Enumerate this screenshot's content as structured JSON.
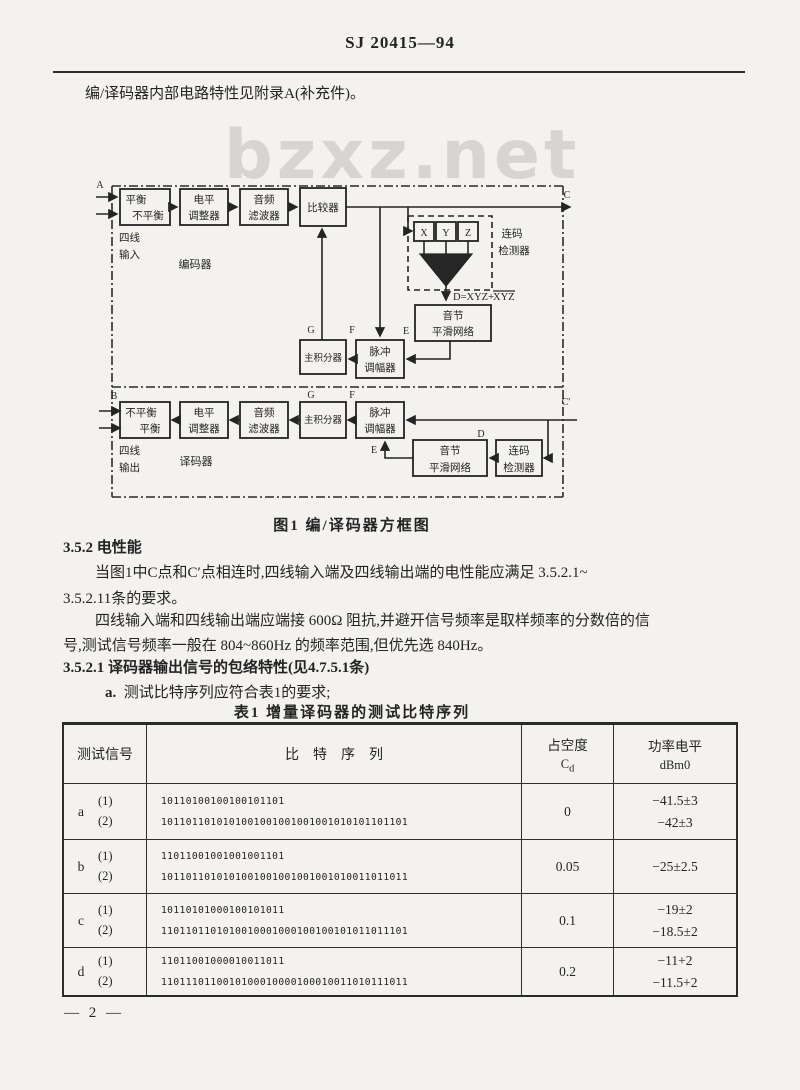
{
  "page": {
    "header": "SJ 20415—94",
    "intro": "编/译码器内部电路特性见附录A(补充件)。",
    "figure_caption": "图1  编/译码器方框图",
    "section_352": "3.5.2  电性能",
    "para1_line1": "当图1中C点和C′点相连时,四线输入端及四线输出端的电性能应满足 3.5.2.1~",
    "para1_line2": "3.5.2.11条的要求。",
    "para2_line1": "四线输入端和四线输出端应端接 600Ω 阻抗,并避开信号频率是取样频率的分数倍的信",
    "para2_line2": "号,测试信号频率一般在 804~860Hz 的频率范围,但优先选 840Hz。",
    "section_3521": "3.5.2.1  译码器输出信号的包络特性(见4.7.5.1条)",
    "item_a_label": "a.",
    "item_a_text": "测试比特序列应符合表1的要求;",
    "table_title": "表1  增量译码器的测试比特序列",
    "page_number": "— 2 —",
    "watermark": "bzxz.net"
  },
  "diagram": {
    "points": {
      "a": "A",
      "b": "B",
      "c": "C",
      "c_prime": "C′",
      "d": "D",
      "e": "E",
      "f": "F",
      "g": "G"
    },
    "xyz": {
      "x": "X",
      "y": "Y",
      "z": "Z"
    },
    "equation_prefix": "D=XYZ+",
    "equation_overline": "XYZ",
    "encoder": {
      "balance_l1": "平衡",
      "balance_l2": "不平衡",
      "level_l1": "电平",
      "level_l2": "调整器",
      "filter_l1": "音频",
      "filter_l2": "滤波器",
      "comparator": "比较器",
      "section_label": "编码器",
      "input_l1": "四线",
      "input_l2": "输入",
      "detector_l1": "连码",
      "detector_l2": "检测器",
      "smooth_l1": "音节",
      "smooth_l2": "平滑网络",
      "pam_l1": "脉冲",
      "pam_l2": "调幅器",
      "integrator": "主积分器"
    },
    "decoder": {
      "balance_l1": "不平衡",
      "balance_l2": "平衡",
      "level_l1": "电平",
      "level_l2": "调整器",
      "filter_l1": "音频",
      "filter_l2": "滤波器",
      "integrator": "主积分器",
      "pam_l1": "脉冲",
      "pam_l2": "调幅器",
      "smooth_l1": "音节",
      "smooth_l2": "平滑网络",
      "detector_l1": "连码",
      "detector_l2": "检测器",
      "section_label": "译码器",
      "output_l1": "四线",
      "output_l2": "输出"
    }
  },
  "table": {
    "col_signal": "测试信号",
    "col_sequence": "比　特　序　列",
    "col_duty_l1": "占空度",
    "col_duty_sym": "C",
    "col_duty_sub": "d",
    "col_power_l1": "功率电平",
    "col_power_l2": "dBm0",
    "sub1": "(1)",
    "sub2": "(2)",
    "rows": [
      {
        "sig": "a",
        "seq1": "10110100100100101101",
        "seq2": "1011011010101001001001001001010101101101",
        "duty": "0",
        "power1": "−41.5±3",
        "power2": "−42±3"
      },
      {
        "sig": "b",
        "seq1": "11011001001001001101",
        "seq2": "1011011010101001001001001001010011011011",
        "duty": "0.05",
        "power1": "−25±2.5",
        "power2": ""
      },
      {
        "sig": "c",
        "seq1": "10110101000100101011",
        "seq2": "1101101101010010001000100100101011011101",
        "duty": "0.1",
        "power1": "−19±2",
        "power2": "−18.5±2"
      },
      {
        "sig": "d",
        "seq1": "11011001000010011011",
        "seq2": "1101110110010100010000100010011010111011",
        "duty": "0.2",
        "power1": "−11+2",
        "power2": "−11.5+2"
      }
    ]
  }
}
